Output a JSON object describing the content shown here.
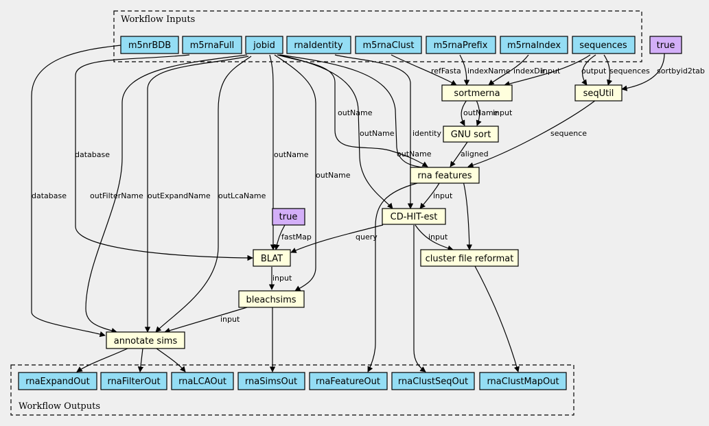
{
  "colors": {
    "background": "#efefef",
    "input_fill": "#94ddf4",
    "step_fill": "#ffffdd",
    "boolean_fill": "#d3aff8",
    "output_fill": "#94ddf4",
    "stroke": "#000000"
  },
  "clusters": {
    "inputs": {
      "label": "Workflow Inputs"
    },
    "outputs": {
      "label": "Workflow Outputs"
    }
  },
  "nodes": {
    "m5nrBDB": {
      "label": "m5nrBDB",
      "kind": "input"
    },
    "m5rnaFull": {
      "label": "m5rnaFull",
      "kind": "input"
    },
    "jobid": {
      "label": "jobid",
      "kind": "input"
    },
    "rnaIdentity": {
      "label": "rnaIdentity",
      "kind": "input"
    },
    "m5rnaClust": {
      "label": "m5rnaClust",
      "kind": "input"
    },
    "m5rnaPrefix": {
      "label": "m5rnaPrefix",
      "kind": "input"
    },
    "m5rnaIndex": {
      "label": "m5rnaIndex",
      "kind": "input"
    },
    "sequences": {
      "label": "sequences",
      "kind": "input"
    },
    "true1": {
      "label": "true",
      "kind": "boolean"
    },
    "sortmerna": {
      "label": "sortmerna",
      "kind": "step"
    },
    "seqUtil": {
      "label": "seqUtil",
      "kind": "step"
    },
    "gnusort": {
      "label": "GNU sort",
      "kind": "step"
    },
    "rnafeatures": {
      "label": "rna features",
      "kind": "step"
    },
    "cdhit": {
      "label": "CD-HIT-est",
      "kind": "step"
    },
    "true2": {
      "label": "true",
      "kind": "boolean"
    },
    "blat": {
      "label": "BLAT",
      "kind": "step"
    },
    "clusterreformat": {
      "label": "cluster file reformat",
      "kind": "step"
    },
    "bleachsims": {
      "label": "bleachsims",
      "kind": "step"
    },
    "annotatesims": {
      "label": "annotate sims",
      "kind": "step"
    },
    "rnaExpandOut": {
      "label": "rnaExpandOut",
      "kind": "output"
    },
    "rnaFilterOut": {
      "label": "rnaFilterOut",
      "kind": "output"
    },
    "rnaLCAOut": {
      "label": "rnaLCAOut",
      "kind": "output"
    },
    "rnaSimsOut": {
      "label": "rnaSimsOut",
      "kind": "output"
    },
    "rnaFeatureOut": {
      "label": "rnaFeatureOut",
      "kind": "output"
    },
    "rnaClustSeqOut": {
      "label": "rnaClustSeqOut",
      "kind": "output"
    },
    "rnaClustMapOut": {
      "label": "rnaClustMapOut",
      "kind": "output"
    }
  },
  "edges": [
    {
      "id": "e-m5nrBDB-annotate",
      "label": "database"
    },
    {
      "id": "e-m5rnaFull-blat",
      "label": "database"
    },
    {
      "id": "e-jobid-annotate-filter",
      "label": "outFilterName"
    },
    {
      "id": "e-jobid-annotate-expand",
      "label": "outExpandName"
    },
    {
      "id": "e-jobid-annotate-lca",
      "label": "outLcaName"
    },
    {
      "id": "e-jobid-blat",
      "label": "outName"
    },
    {
      "id": "e-jobid-bleach",
      "label": "outName"
    },
    {
      "id": "e-jobid-rnafeat",
      "label": "outName"
    },
    {
      "id": "e-jobid-cdhit",
      "label": "outName"
    },
    {
      "id": "e-jobid-reformat",
      "label": "outName"
    },
    {
      "id": "e-rnaIdentity-cdhit",
      "label": "identity"
    },
    {
      "id": "e-m5rnaClust-sortmerna",
      "label": "refFasta"
    },
    {
      "id": "e-m5rnaPrefix-sortmerna",
      "label": "indexName"
    },
    {
      "id": "e-m5rnaIndex-sortmerna",
      "label": "indexDir"
    },
    {
      "id": "e-sequences-sortmerna",
      "label": "input"
    },
    {
      "id": "e-sequences-sequtil-output",
      "label": "output"
    },
    {
      "id": "e-sequences-sequtil-sequences",
      "label": "sequences"
    },
    {
      "id": "e-true1-sequtil",
      "label": "sortbyid2tab"
    },
    {
      "id": "e-sortmerna-gnusort-outname",
      "label": "outName"
    },
    {
      "id": "e-sortmerna-gnusort-input",
      "label": "input"
    },
    {
      "id": "e-gnusort-rnafeat",
      "label": "aligned"
    },
    {
      "id": "e-sequtil-rnafeat",
      "label": "sequence"
    },
    {
      "id": "e-rnafeat-cdhit",
      "label": "input"
    },
    {
      "id": "e-true2-blat",
      "label": "fastMap"
    },
    {
      "id": "e-cdhit-blat",
      "label": "query"
    },
    {
      "id": "e-cdhit-reformat",
      "label": "input"
    },
    {
      "id": "e-blat-bleach",
      "label": "input"
    },
    {
      "id": "e-bleach-annotate",
      "label": "input"
    },
    {
      "id": "e-bleach-simsout",
      "label": ""
    },
    {
      "id": "e-annotate-expand",
      "label": ""
    },
    {
      "id": "e-annotate-filter",
      "label": ""
    },
    {
      "id": "e-annotate-lca",
      "label": ""
    },
    {
      "id": "e-rnafeat-featureout",
      "label": ""
    },
    {
      "id": "e-cdhit-clustseq",
      "label": ""
    },
    {
      "id": "e-reformat-clustmap",
      "label": ""
    }
  ]
}
